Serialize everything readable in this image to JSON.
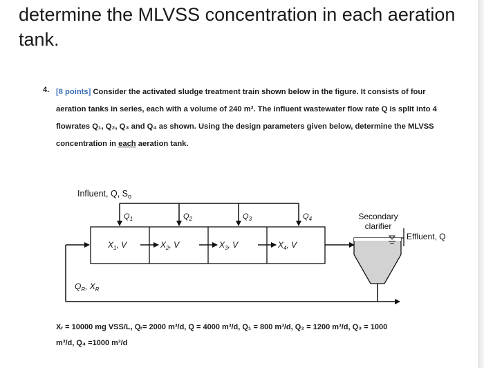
{
  "header": {
    "title": "determine the MLVSS concentration in each aeration tank."
  },
  "question": {
    "number": "4.",
    "points": "[8 points]",
    "text_before_emphasis": " Consider the activated sludge treatment train shown below in the figure. It consists of four aeration tanks in series, each with a volume of 240 m³. The influent wastewater flow rate Q is split into 4 flowrates Q₁, Q₂, Q₃ and Q₄ as shown. Using the design parameters given below, determine the MLVSS concentration in ",
    "emphasis": "each",
    "text_after_emphasis": " aeration tank."
  },
  "diagram": {
    "influent_label": "Influent, Q, S",
    "influent_sub": "o",
    "branches": [
      {
        "label": "Q",
        "sub": "1"
      },
      {
        "label": "Q",
        "sub": "2"
      },
      {
        "label": "Q",
        "sub": "3"
      },
      {
        "label": "Q",
        "sub": "4"
      }
    ],
    "tanks": [
      {
        "label": "X",
        "sub": "1",
        "suffix": ", V"
      },
      {
        "label": "X",
        "sub": "2",
        "suffix": ", V"
      },
      {
        "label": "X",
        "sub": "3",
        "suffix": ", V"
      },
      {
        "label": "X",
        "sub": "4",
        "suffix": ", V"
      }
    ],
    "clarifier_line1": "Secondary",
    "clarifier_line2": "clarifier",
    "effluent_label": "Effluent, Q",
    "recycle_label": "Q",
    "recycle_sub": "R",
    "recycle_label2": ", X",
    "recycle_sub2": "R"
  },
  "given": {
    "line1": "Xᵣ = 10000 mg VSS/L, Qᵣ= 2000 m³/d, Q = 4000 m³/d, Q₁ = 800 m³/d, Q₂ = 1200 m³/d, Q₃ = 1000",
    "line2": "m³/d, Q₄ =1000 m³/d"
  }
}
